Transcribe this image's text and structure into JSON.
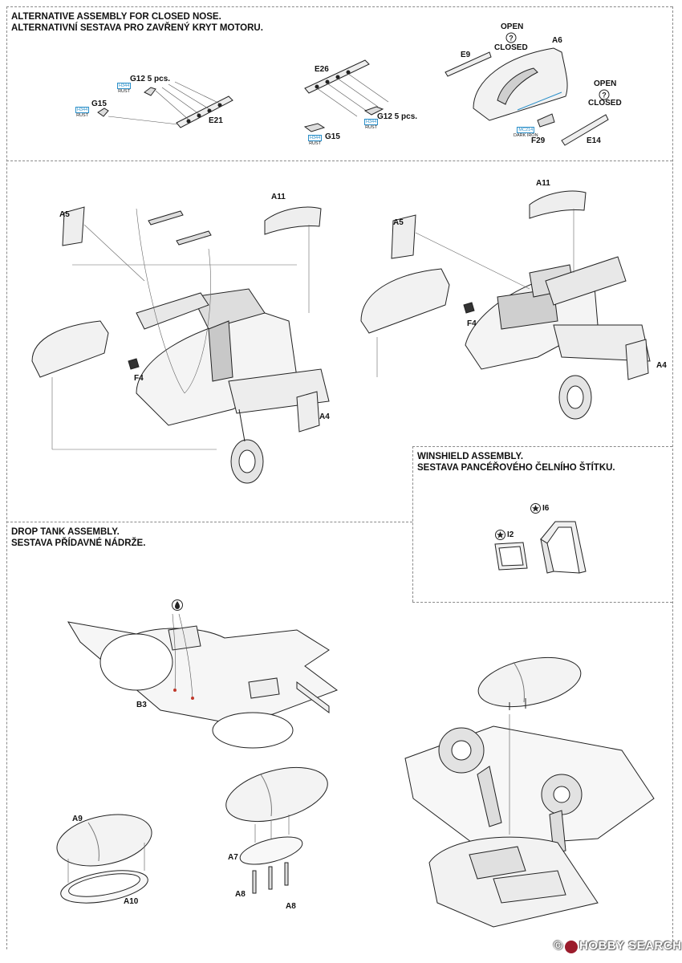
{
  "sections": {
    "closed_nose": {
      "line1": "ALTERNATIVE ASSEMBLY FOR CLOSED NOSE.",
      "line2": "ALTERNATIVNÍ SESTAVA PRO ZAVŘENÝ KRYT MOTORU."
    },
    "windshield": {
      "line1": "WINSHIELD ASSEMBLY.",
      "line2": "SESTAVA PANCÉŘOVÉHO ČELNÍHO ŠTÍTKU."
    },
    "drop_tank": {
      "line1": "DROP TANK ASSEMBLY.",
      "line2": "SESTAVA PŘÍDAVNÉ NÁDRŽE."
    }
  },
  "labels": {
    "g12_a": "G12 5 pcs.",
    "g15_a": "G15",
    "e21": "E21",
    "e26": "E26",
    "g12_b": "G12 5 pcs.",
    "g15_b": "G15",
    "open_1": "OPEN",
    "closed_1": "CLOSED",
    "e9": "E9",
    "a6": "A6",
    "open_2": "OPEN",
    "closed_2": "CLOSED",
    "f29": "F29",
    "e14": "E14",
    "a5_left": "A5",
    "a11_left": "A11",
    "f4_left": "F4",
    "a4_left": "A4",
    "a11_right": "A11",
    "a5_right": "A5",
    "f4_right": "F4",
    "a4_right": "A4",
    "i6": "I6",
    "i2": "I2",
    "b3": "B3",
    "a9": "A9",
    "a10": "A10",
    "a7": "A7",
    "a8_a": "A8",
    "a8_b": "A8"
  },
  "paint": {
    "h344": "H344",
    "rust": "RUST",
    "mc214": "MC214",
    "dark_iron": "DARK IRON"
  },
  "watermark": {
    "text": "HOBBY SEARCH",
    "copyright": "©"
  },
  "icons": [
    "question-circle-icon",
    "photoetch-star-icon",
    "glue-drop-icon"
  ],
  "colors": {
    "paint_code": "#2a8fc9",
    "watermark_logo": "#9b1c2c",
    "divider": "#8a8a8a"
  }
}
